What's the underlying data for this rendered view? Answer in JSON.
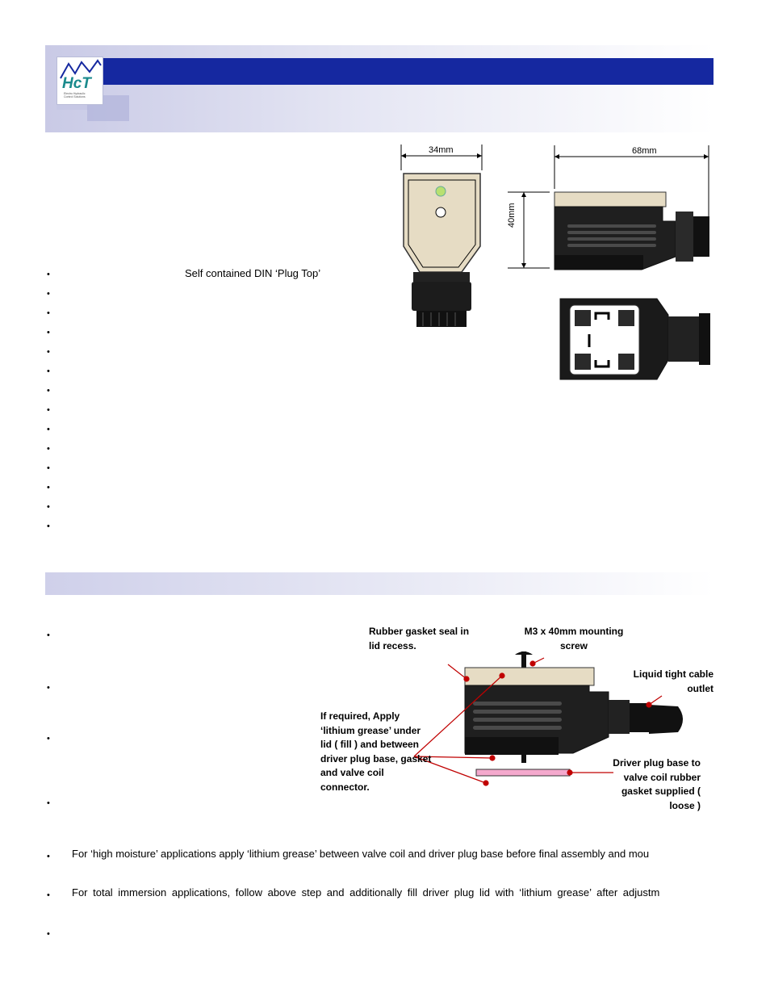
{
  "header": {
    "logo_text": "HcT",
    "logo_subtext": "Electro Hydraulic Control Solutions"
  },
  "features": {
    "first_item": "Self contained DIN ‘Plug Top’",
    "bullet_glyph": "•"
  },
  "dimensions": {
    "width_front": "34mm",
    "length_side": "68mm",
    "height_side": "40mm"
  },
  "installation": {
    "callouts": {
      "gasket_seal": "Rubber gasket seal in lid recess.",
      "mounting_screw": "M3 x 40mm mounting screw",
      "cable_outlet": "Liquid tight cable outlet",
      "grease": "If required, Apply ‘lithium grease’ under lid ( fill ) and between driver plug base, gasket and valve coil connector.",
      "base_gasket": "Driver plug base to valve coil rubber gasket supplied ( loose )"
    },
    "notes": [
      "For ‘high moisture’ applications apply ‘lithium grease’ between valve coil and driver plug base before final assembly and mou",
      "For total immersion applications, follow above step and additionally fill driver plug lid with ‘lithium grease’ after adjustm"
    ]
  },
  "colors": {
    "header_blue": "#1528a0",
    "logo_teal": "#1a8a8c",
    "lid_beige": "#e6dcc4",
    "gasket_pink": "#f4a9cd",
    "callout_red": "#c00000"
  }
}
